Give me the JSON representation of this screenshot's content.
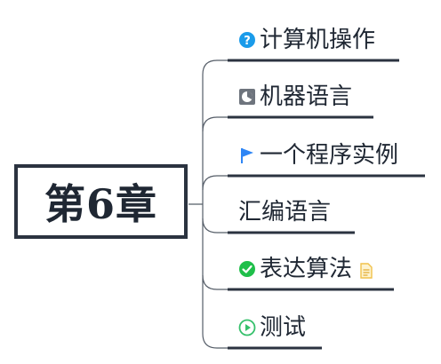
{
  "central_topic": "第6章",
  "topics": [
    {
      "label": "计算机操作",
      "icon": "help-icon"
    },
    {
      "label": "机器语言",
      "icon": "pie-chart-icon"
    },
    {
      "label": "一个程序实例",
      "icon": "flag-icon"
    },
    {
      "label": "汇编语言",
      "icon": ""
    },
    {
      "label": "表达算法",
      "icon": "check-icon",
      "extra_icon": "note-icon"
    },
    {
      "label": "测试",
      "icon": "play-icon"
    }
  ],
  "colors": {
    "line": "#2b3340",
    "connector": "#555d68",
    "help": "#1a9bea",
    "check": "#1fbf4a",
    "flag": "#2f86f5",
    "play": "#35c06b",
    "note": "#f1c14b"
  }
}
